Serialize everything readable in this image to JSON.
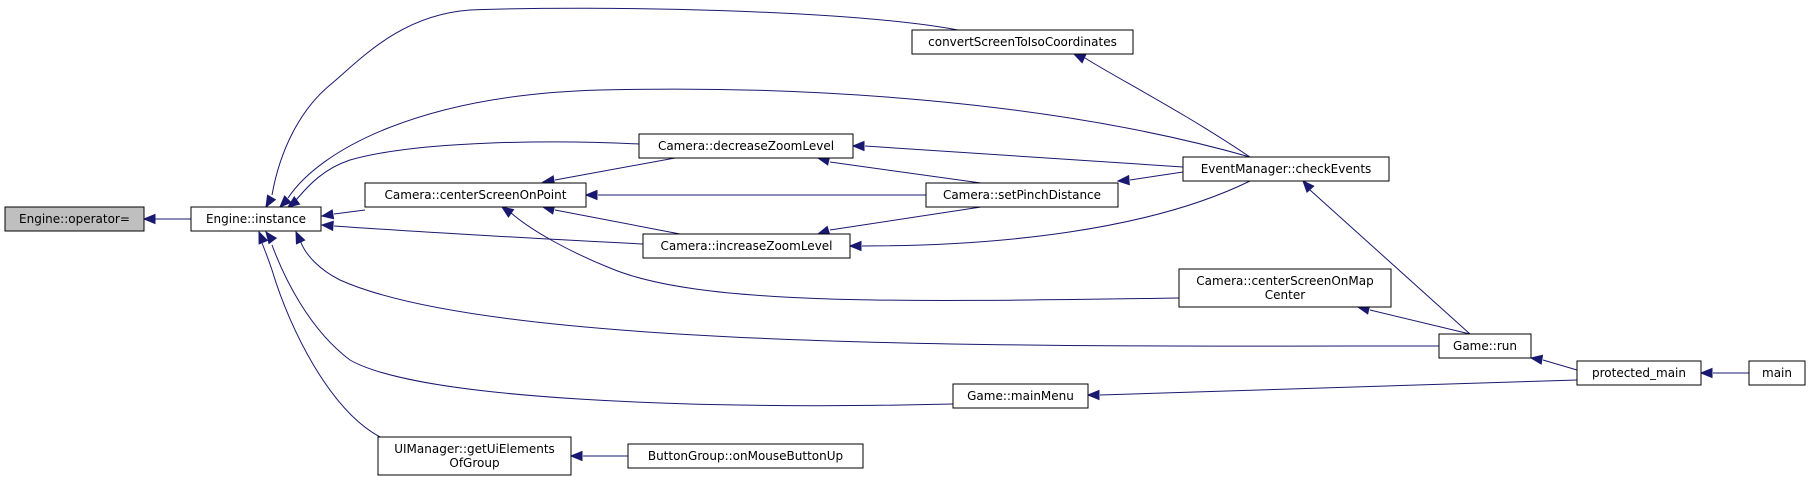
{
  "colors": {
    "background": "#ffffff",
    "node_fill": "#ffffff",
    "highlight_fill": "#bfbfbf",
    "edge": "#191970",
    "border": "#000000"
  },
  "nodes": {
    "operator_eq": {
      "lines": [
        "Engine::operator="
      ]
    },
    "instance": {
      "lines": [
        "Engine::instance"
      ]
    },
    "convert": {
      "lines": [
        "convertScreenToIsoCoordinates"
      ]
    },
    "decrease": {
      "lines": [
        "Camera::decreaseZoomLevel"
      ]
    },
    "center_point": {
      "lines": [
        "Camera::centerScreenOnPoint"
      ]
    },
    "increase": {
      "lines": [
        "Camera::increaseZoomLevel"
      ]
    },
    "pinch": {
      "lines": [
        "Camera::setPinchDistance"
      ]
    },
    "check_events": {
      "lines": [
        "EventManager::checkEvents"
      ]
    },
    "center_map": {
      "lines": [
        "Camera::centerScreenOnMap",
        "Center"
      ]
    },
    "game_run": {
      "lines": [
        "Game::run"
      ]
    },
    "protected_main": {
      "lines": [
        "protected_main"
      ]
    },
    "main": {
      "lines": [
        "main"
      ]
    },
    "main_menu": {
      "lines": [
        "Game::mainMenu"
      ]
    },
    "ui_get": {
      "lines": [
        "UIManager::getUiElements",
        "OfGroup"
      ]
    },
    "button_group": {
      "lines": [
        "ButtonGroup::onMouseButtonUp"
      ]
    }
  }
}
